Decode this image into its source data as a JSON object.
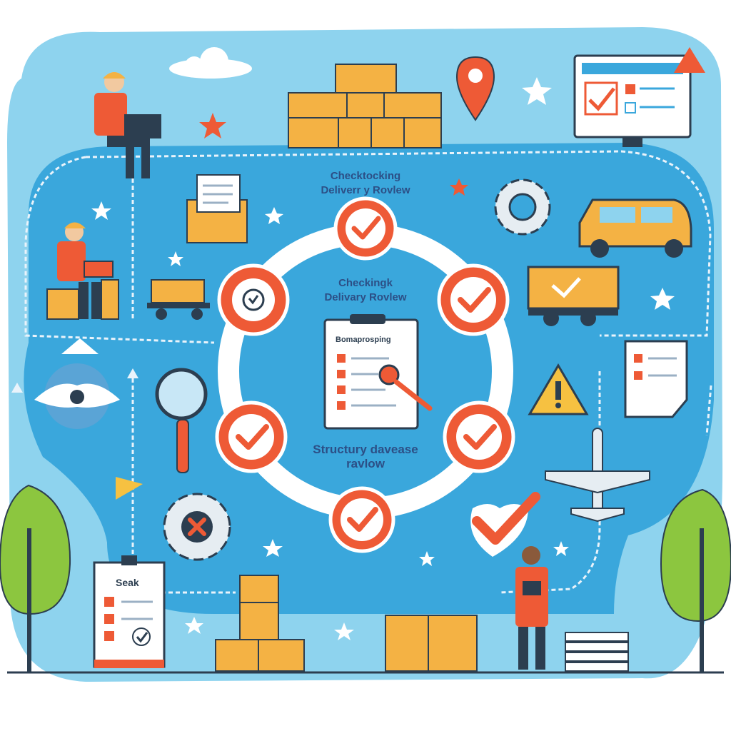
{
  "labels": {
    "top_line1": "Checktocking",
    "top_line2": "Deliverr y Rovlew",
    "center_line1": "Checkingk",
    "center_line2": "Delivary Rovlew",
    "bottom_line1": "Structury davease",
    "bottom_line2": "ravlow",
    "clipboard_header": "Bomaprosping",
    "left_clipboard_title": "Seak"
  },
  "colors": {
    "sky": "#8ed3ee",
    "water": "#3aa7dc",
    "ring": "#ffffff",
    "accent": "#ee5a36",
    "box": "#f4b244",
    "tree": "#8cc63f",
    "navy": "#2c3e50"
  },
  "icons": [
    "worker-icon",
    "laptop-icon",
    "box-icon",
    "location-pin-icon",
    "monitor-icon",
    "gear-icon",
    "van-icon",
    "truck-icon",
    "magnifier-icon",
    "warning-icon",
    "document-icon",
    "airplane-icon",
    "checkmark-icon",
    "clipboard-icon",
    "tree-icon",
    "cloud-icon",
    "star-icon",
    "clock-icon",
    "x-mark-icon"
  ]
}
